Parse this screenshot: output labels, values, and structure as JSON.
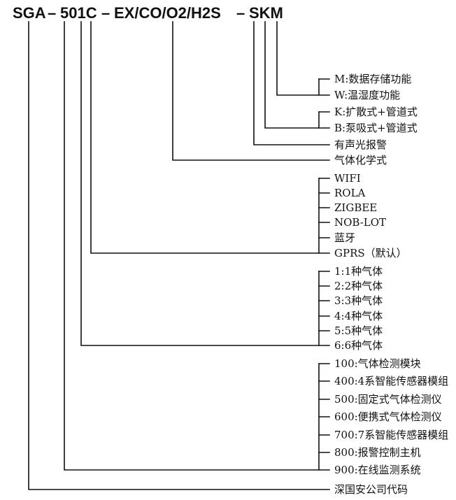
{
  "title": {
    "segments": [
      "SGA",
      "501C",
      "EX/CO/O2/H2S",
      "SKM"
    ],
    "dash": "–"
  },
  "groups": [
    {
      "name": "storage-function",
      "code": "M",
      "items": [
        "M:数据存储功能",
        "W:温湿度功能"
      ]
    },
    {
      "name": "sampling-type",
      "code": "K",
      "items": [
        "K:扩散式+管道式",
        "B:泵吸式+管道式"
      ]
    },
    {
      "name": "alarm",
      "code": "S",
      "items": [
        "有声光报警"
      ]
    },
    {
      "name": "gas-formula",
      "code": "EX/CO/O2/H2S",
      "items": [
        "气体化学式"
      ]
    },
    {
      "name": "communication",
      "code": "C",
      "items": [
        "WIFI",
        "ROLA",
        "ZIGBEE",
        "NOB-LOT",
        "蓝牙",
        "GPRS（默认）"
      ]
    },
    {
      "name": "gas-count",
      "code": "1",
      "items": [
        "1:1种气体",
        "2:2种气体",
        "3:3种气体",
        "4:4种气体",
        "5:5种气体",
        "6:6种气体"
      ]
    },
    {
      "name": "product-series",
      "code": "5",
      "items": [
        "100:气体检测模块",
        "400:4系智能传感器模组",
        "500:固定式气体检测仪",
        "600:便携式气体检测仪",
        "700:7系智能传感器模组",
        "800:报警控制主机",
        "900:在线监测系统"
      ]
    },
    {
      "name": "company",
      "code": "SGA",
      "items": [
        "深国安公司代码"
      ]
    }
  ],
  "colors": {
    "line": "#111111",
    "text": "#111111",
    "background": "#ffffff"
  }
}
